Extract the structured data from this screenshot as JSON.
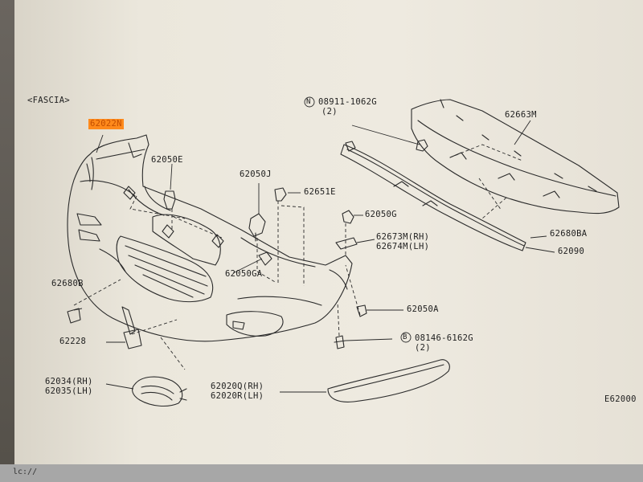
{
  "diagram": {
    "section_title": "<FASCIA>",
    "highlighted_part": "62022N",
    "figure_code": "E62000",
    "status_text": "lc://",
    "parts": [
      {
        "id": "p-62050e",
        "text": "62050E"
      },
      {
        "id": "p-62050j",
        "text": "62050J"
      },
      {
        "id": "p-62651e",
        "text": "62651E"
      },
      {
        "id": "p-62050g",
        "text": "62050G"
      },
      {
        "id": "p-62673m",
        "text": "62673M(RH)"
      },
      {
        "id": "p-62674m",
        "text": "62674M(LH)"
      },
      {
        "id": "p-62050ga",
        "text": "62050GA"
      },
      {
        "id": "p-62680b",
        "text": "62680B"
      },
      {
        "id": "p-62050a",
        "text": "62050A"
      },
      {
        "id": "p-62228",
        "text": "62228"
      },
      {
        "id": "p-62034",
        "text": "62034(RH)"
      },
      {
        "id": "p-62035",
        "text": "62035(LH)"
      },
      {
        "id": "p-62020q",
        "text": "62020Q(RH)"
      },
      {
        "id": "p-62020r",
        "text": "62020R(LH)"
      },
      {
        "id": "p-62663m",
        "text": "62663M"
      },
      {
        "id": "p-62680ba",
        "text": "62680BA"
      },
      {
        "id": "p-62090",
        "text": "62090"
      },
      {
        "id": "p-08911",
        "text": "08911-1062G"
      },
      {
        "id": "p-08911q",
        "text": "(2)"
      },
      {
        "id": "p-08146",
        "text": "08146-6162G"
      },
      {
        "id": "p-08146q",
        "text": "(2)"
      },
      {
        "id": "p-n-sym",
        "text": "N"
      },
      {
        "id": "p-b-sym",
        "text": "B"
      }
    ]
  }
}
